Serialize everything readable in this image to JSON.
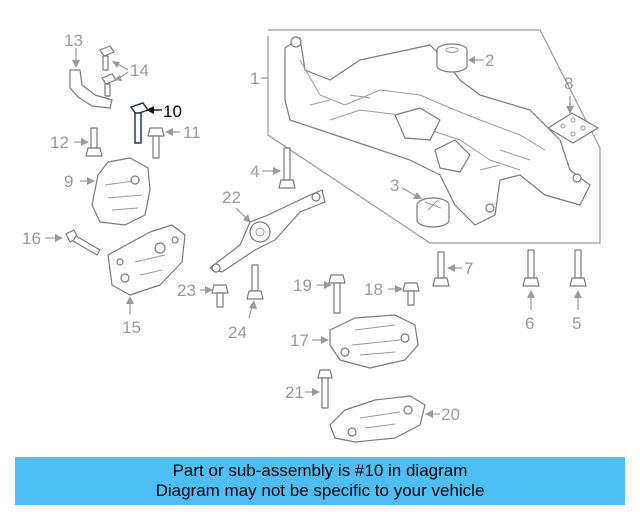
{
  "callouts": {
    "c1": "1",
    "c2": "2",
    "c3": "3",
    "c4": "4",
    "c5": "5",
    "c6": "6",
    "c7": "7",
    "c8": "8",
    "c9": "9",
    "c10": "10",
    "c11": "11",
    "c12": "12",
    "c13": "13",
    "c14": "14",
    "c15": "15",
    "c16": "16",
    "c17": "17",
    "c18": "18",
    "c19": "19",
    "c20": "20",
    "c21": "21",
    "c22": "22",
    "c23": "23",
    "c24": "24"
  },
  "highlighted_part": "10",
  "banner": {
    "line1": "Part or sub-assembly is #10 in diagram",
    "line2": "Diagram may not be specific to your vehicle",
    "color": "#4dbff5"
  }
}
